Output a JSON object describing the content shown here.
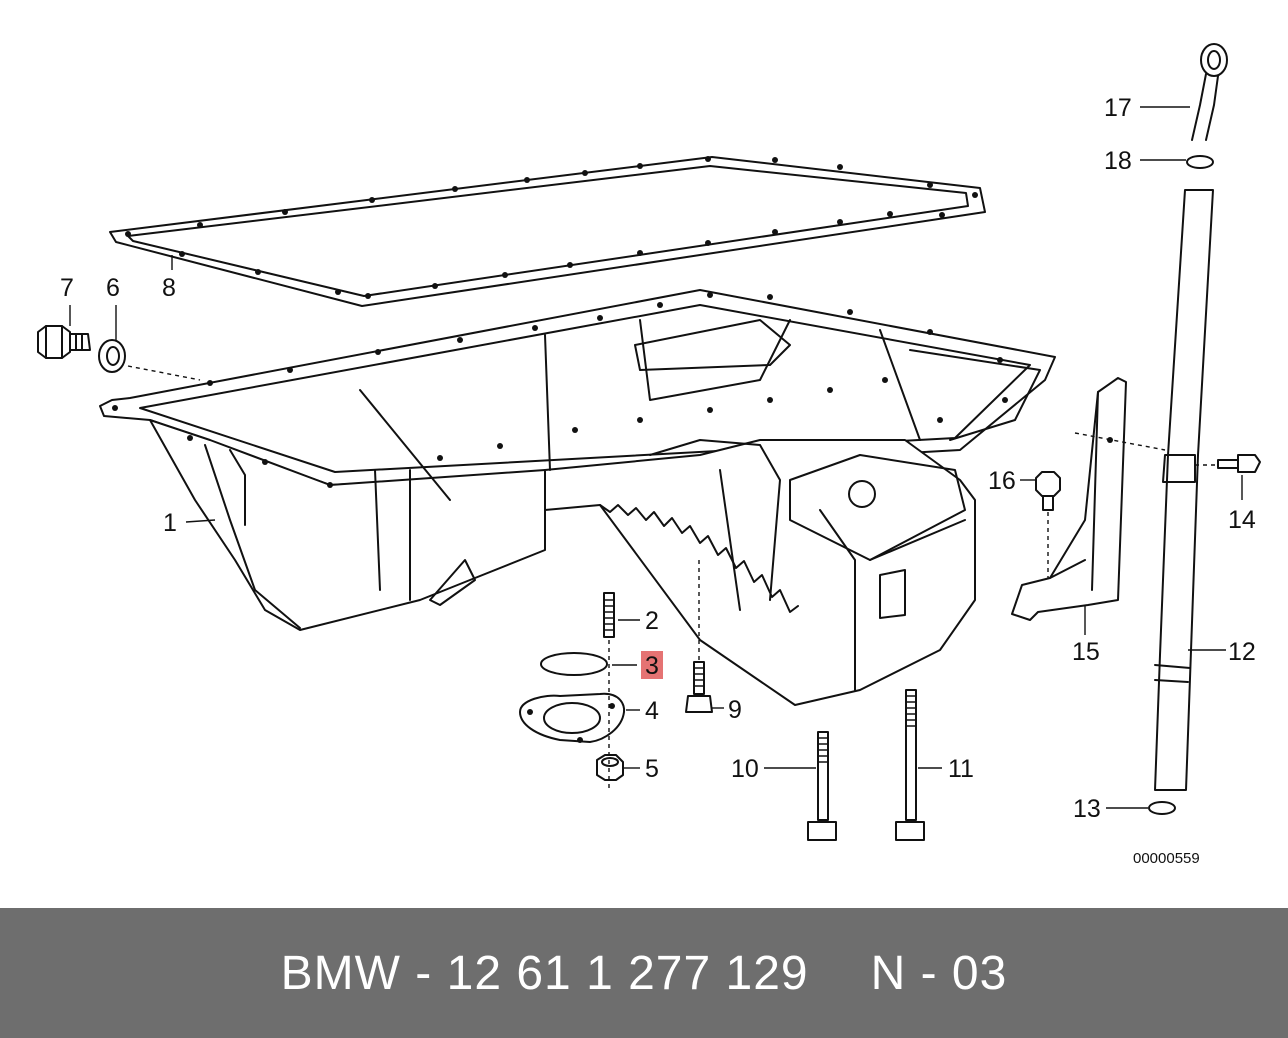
{
  "callouts": {
    "c1": "1",
    "c2": "2",
    "c3": "3",
    "c4": "4",
    "c5": "5",
    "c6": "6",
    "c7": "7",
    "c8": "8",
    "c9": "9",
    "c10": "10",
    "c11": "11",
    "c12": "12",
    "c13": "13",
    "c14": "14",
    "c15": "15",
    "c16": "16",
    "c17": "17",
    "c18": "18"
  },
  "highlighted_callout": "3",
  "highlight_color": "#e57373",
  "drawing_number": "00000559",
  "footer": {
    "part_label": "BMW - 12 61 1 277 129",
    "group_label": "N - 03",
    "background": "#6e6e6e"
  }
}
